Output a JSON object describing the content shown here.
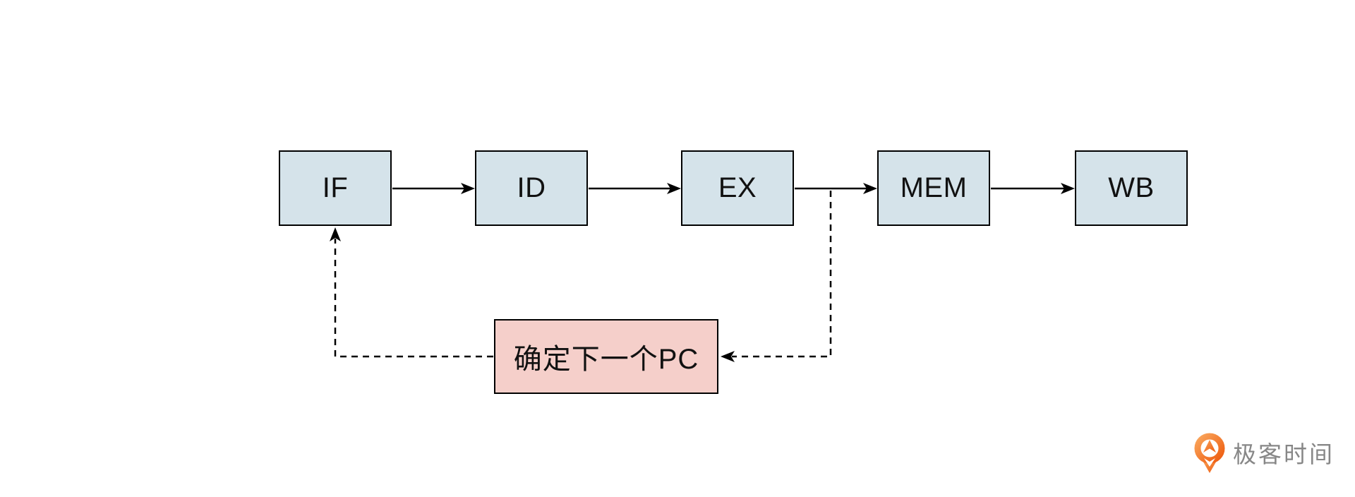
{
  "diagram": {
    "stages": [
      {
        "label": "IF"
      },
      {
        "label": "ID"
      },
      {
        "label": "EX"
      },
      {
        "label": "MEM"
      },
      {
        "label": "WB"
      }
    ],
    "feedback_box": {
      "label": "确定下一个PC"
    },
    "connections": {
      "solid": [
        "IF → ID",
        "ID → EX",
        "EX → MEM",
        "MEM → WB"
      ],
      "dashed": [
        "EX/MEM link → 确定下一个PC",
        "确定下一个PC → IF"
      ]
    },
    "colors": {
      "stage_fill": "#d5e3ea",
      "stage_border": "#000000",
      "feedback_fill": "#f5cfca",
      "feedback_border": "#000000",
      "connector": "#000000"
    }
  },
  "footer": {
    "logo_text": "极客时间",
    "logo_orange": "#f26f21",
    "logo_text_color": "#878787"
  }
}
